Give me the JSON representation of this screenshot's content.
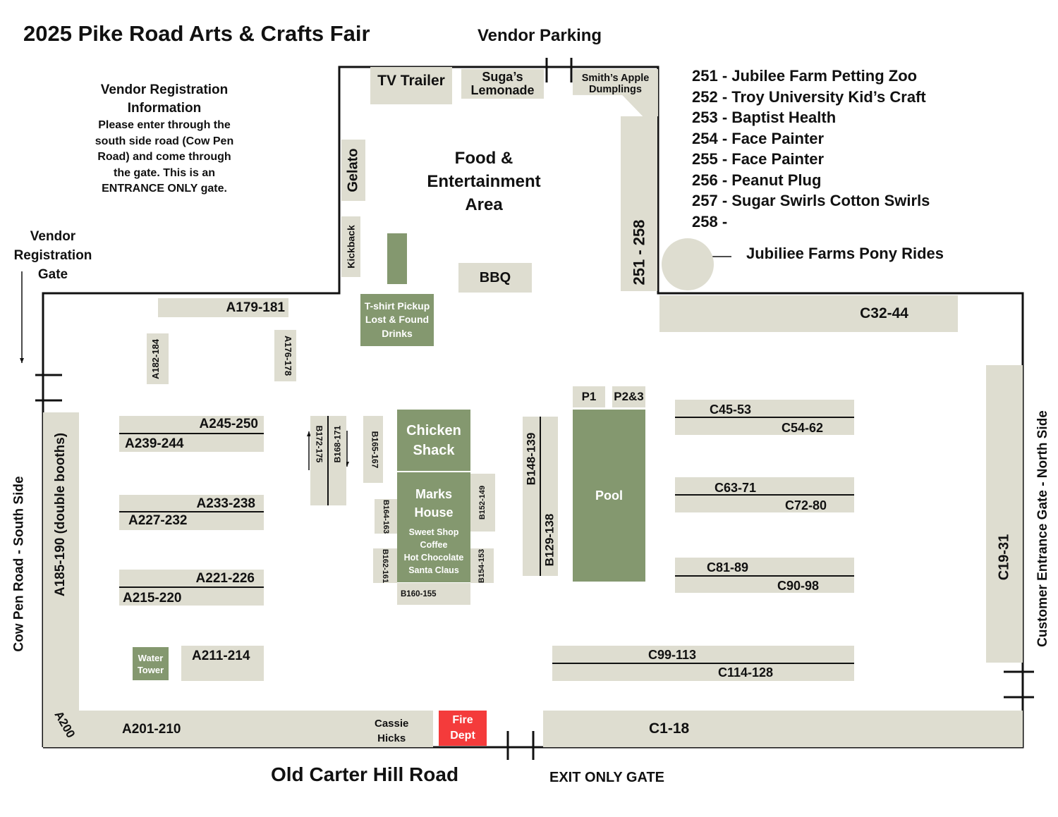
{
  "title": "2025 Pike Road Arts & Crafts Fair",
  "vendor_parking": "Vendor Parking",
  "registration_info": {
    "heading": [
      "Vendor Registration",
      "Information"
    ],
    "body": [
      "Please enter through the",
      "south side road (Cow Pen",
      "Road) and come through",
      "the gate. This is an",
      "ENTRANCE ONLY gate."
    ]
  },
  "registration_gate": [
    "Vendor",
    "Registration",
    "Gate"
  ],
  "legend": [
    "251 - Jubilee Farm Petting Zoo",
    "252 - Troy University Kid’s Craft",
    "253 - Baptist Health",
    "254 - Face Painter",
    "255 - Face Painter",
    "256 - Peanut Plug",
    "257 - Sugar Swirls Cotton Swirls",
    "258 -"
  ],
  "pony_rides": "Jubiliee Farms Pony Rides",
  "food_area": [
    "Food &",
    "Entertainment",
    "Area"
  ],
  "roads": {
    "south": "Cow Pen Road - South Side",
    "north": "Customer Entrance Gate - North Side",
    "bottom": "Old Carter Hill Road",
    "exit": "EXIT ONLY GATE"
  },
  "food": {
    "tv_trailer": "TV Trailer",
    "lemonade": [
      "Suga’s",
      "Lemonade"
    ],
    "dumplings": [
      "Smith’s Apple",
      "Dumplings"
    ],
    "gelato": "Gelato",
    "kickback": "Kickback",
    "tshirt": [
      "T-shirt Pickup",
      "Lost & Found",
      "Drinks"
    ],
    "bbq": "BBQ",
    "range_251": "251 - 258"
  },
  "buildings": {
    "chicken_shack": [
      "Chicken",
      "Shack"
    ],
    "marks_house": [
      "Marks",
      "House"
    ],
    "marks_services": [
      "Sweet Shop",
      "Coffee",
      "Hot Chocolate",
      "Santa Claus"
    ],
    "pool": "Pool",
    "p1": "P1",
    "p23": "P2&3",
    "water_tower": [
      "Water",
      "Tower"
    ],
    "cassie_hicks": [
      "Cassie",
      "Hicks"
    ],
    "fire_dept": [
      "Fire",
      "Dept"
    ]
  },
  "booths": {
    "a179": "A179-181",
    "a182": "A182-184",
    "a176": "A176-178",
    "a245": "A245-250",
    "a239": "A239-244",
    "a233": "A233-238",
    "a227": "A227-232",
    "a221": "A221-226",
    "a215": "A215-220",
    "a211": "A211-214",
    "a185": "A185-190 (double booths)",
    "a200": "A200",
    "a201": "A201-210",
    "b172": "B172-175",
    "b168": "B168-171",
    "b165": "B165-167",
    "b164": "B164-163",
    "b162": "B162-161",
    "b152": "B152-149",
    "b154": "B154-153",
    "b160": "B160-155",
    "b148": "B148-139",
    "b129": "B129-138",
    "c32": "C32-44",
    "c45": "C45-53",
    "c54": "C54-62",
    "c63": "C63-71",
    "c72": "C72-80",
    "c81": "C81-89",
    "c90": "C90-98",
    "c99": "C99-113",
    "c114": "C114-128",
    "c19": "C19-31",
    "c1": "C1-18"
  },
  "colors": {
    "booth": "#deddd0",
    "building": "#84986f",
    "fire": "#f43b3b"
  }
}
